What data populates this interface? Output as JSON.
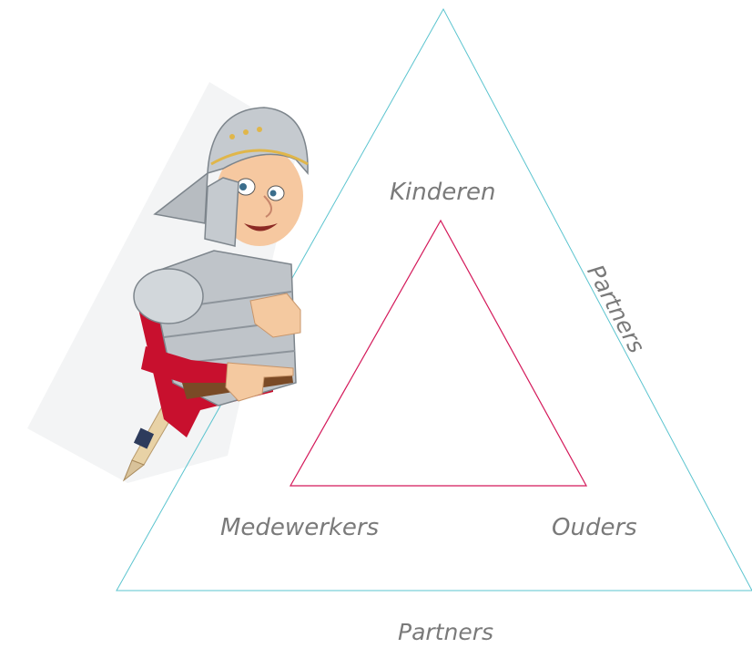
{
  "diagram": {
    "inner_top": "Kinderen",
    "inner_left": "Medewerkers",
    "inner_right": "Ouders",
    "outer_right": "Partners",
    "outer_bottom": "Partners"
  },
  "colors": {
    "outer_triangle": "#5bc4cf",
    "inner_triangle": "#d4195a",
    "label_text": "#7a7a7a"
  },
  "illustration": {
    "subject": "roman-soldier-mascot-icon"
  }
}
